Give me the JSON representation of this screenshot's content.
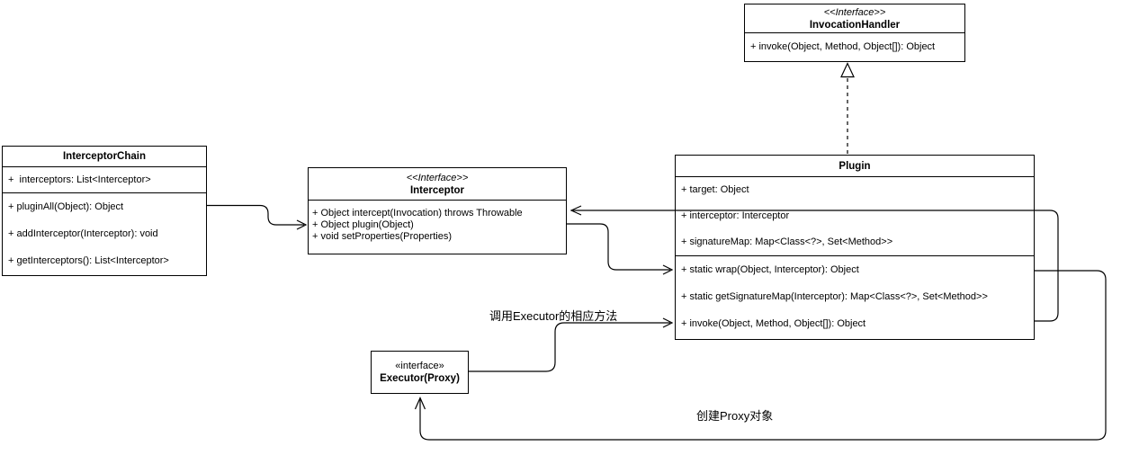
{
  "diagram": {
    "colors": {
      "stroke": "#000000",
      "box_fill": "#ffffff",
      "text": "#000000",
      "background": "#ffffff"
    },
    "classes": {
      "invocation_handler": {
        "stereotype": "<<Interface>>",
        "name": "InvocationHandler",
        "methods": [
          "+ invoke(Object, Method, Object[]): Object"
        ]
      },
      "interceptor_chain": {
        "name": "InterceptorChain",
        "attributes": [
          "+  interceptors: List<Interceptor>"
        ],
        "methods": [
          "+ pluginAll(Object): Object",
          "+ addInterceptor(Interceptor): void",
          "+ getInterceptors(): List<Interceptor>"
        ]
      },
      "interceptor": {
        "stereotype": "<<Interface>>",
        "name": "Interceptor",
        "methods": [
          "+ Object intercept(Invocation) throws Throwable",
          "+ Object plugin(Object)",
          "+ void setProperties(Properties)"
        ]
      },
      "plugin": {
        "name": "Plugin",
        "attributes": [
          "+ target: Object",
          "+ interceptor: Interceptor",
          "+ signatureMap: Map<Class<?>, Set<Method>>"
        ],
        "methods": [
          "+ static wrap(Object, Interceptor): Object",
          "+ static getSignatureMap(Interceptor): Map<Class<?>, Set<Method>>",
          "+ invoke(Object, Method, Object[]): Object"
        ]
      },
      "executor_proxy": {
        "stereotype": "«interface»",
        "name": "Executor(Proxy)"
      }
    },
    "edge_labels": {
      "call_executor": "调用Executor的相应方法",
      "create_proxy": "创建Proxy对象"
    }
  }
}
